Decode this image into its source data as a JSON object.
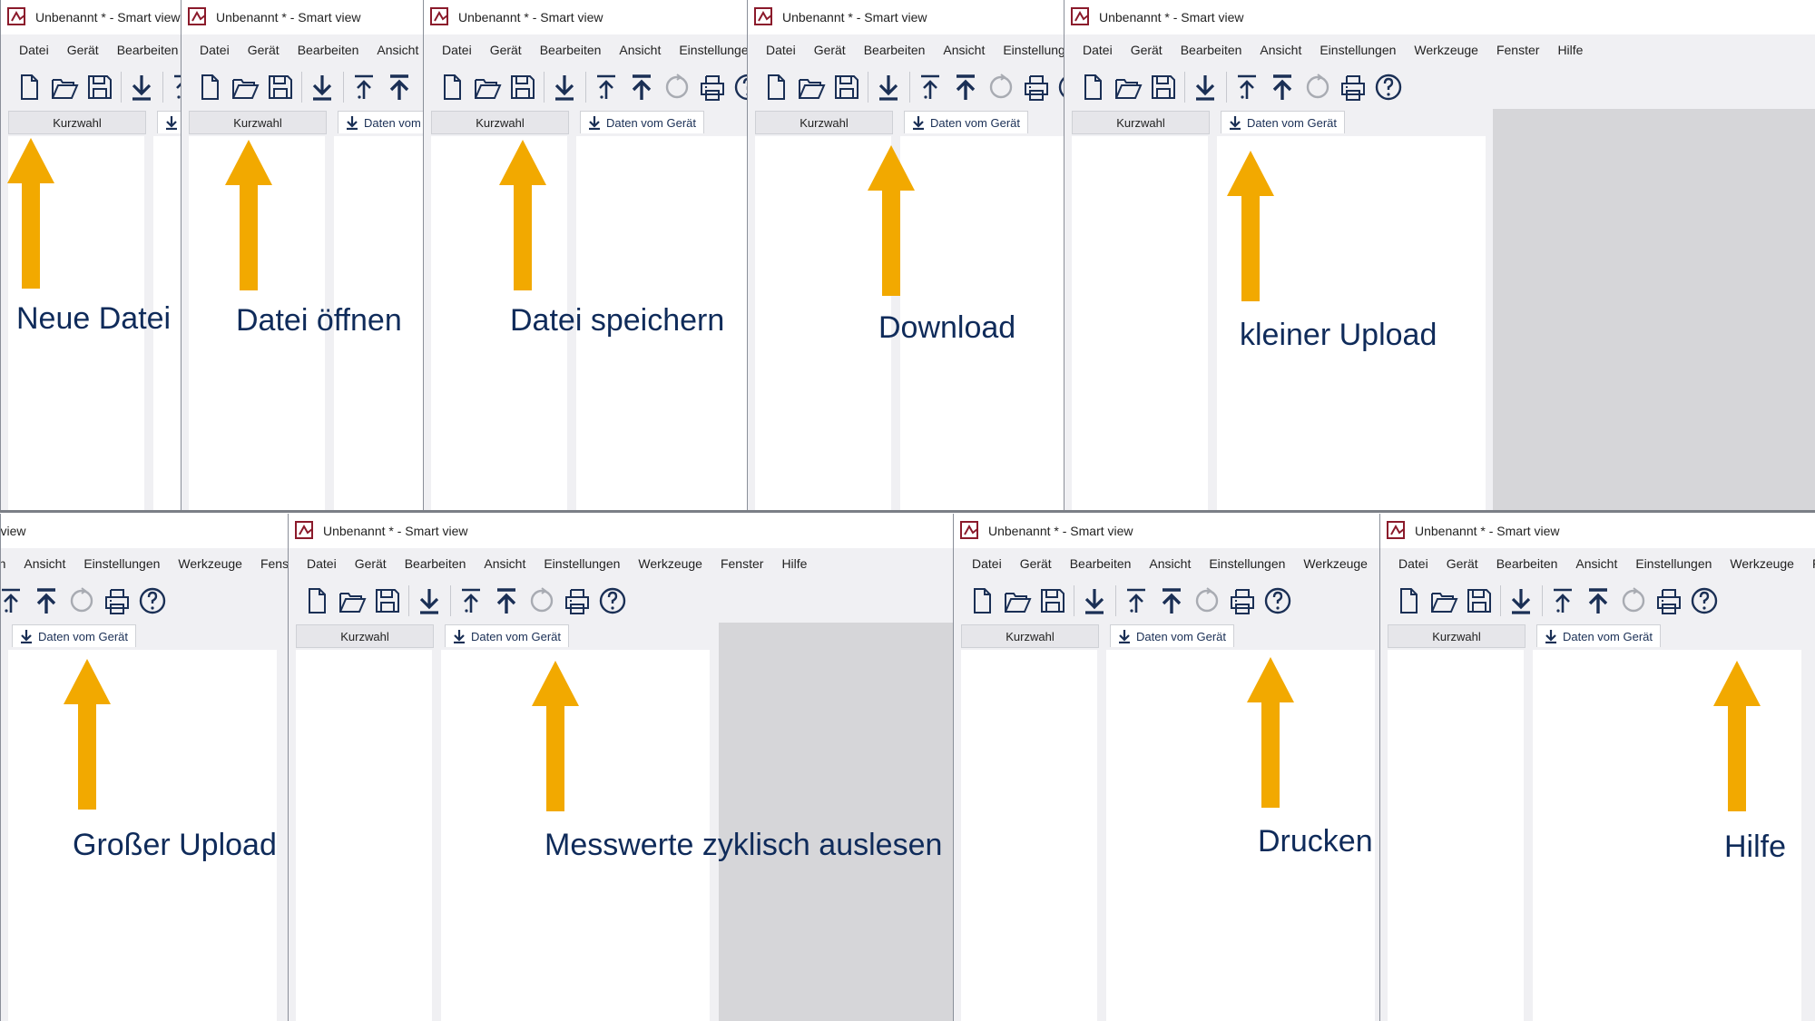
{
  "window": {
    "title": "Unbenannt * - Smart view",
    "menu": [
      "Datei",
      "Gerät",
      "Bearbeiten",
      "Ansicht",
      "Einstellungen",
      "Werkzeuge",
      "Fenster",
      "Hilfe"
    ],
    "tab_kurzwahl": "Kurzwahl",
    "tab_daten": "Daten vom Gerät"
  },
  "toolbar_icons": [
    "new-file-icon",
    "open-folder-icon",
    "save-icon",
    "download-icon",
    "small-upload-icon",
    "large-upload-icon",
    "cyclic-read-icon",
    "print-icon",
    "help-icon"
  ],
  "colors": {
    "arrow": "#f2a900",
    "caption": "#0f2b5a",
    "icon": "#1a2f55"
  },
  "captions": [
    "Neue Datei",
    "Datei öffnen",
    "Datei speichern",
    "Download",
    "kleiner Upload",
    "Großer Upload",
    "Messwerte zyklisch auslesen",
    "Drucken",
    "Hilfe"
  ]
}
